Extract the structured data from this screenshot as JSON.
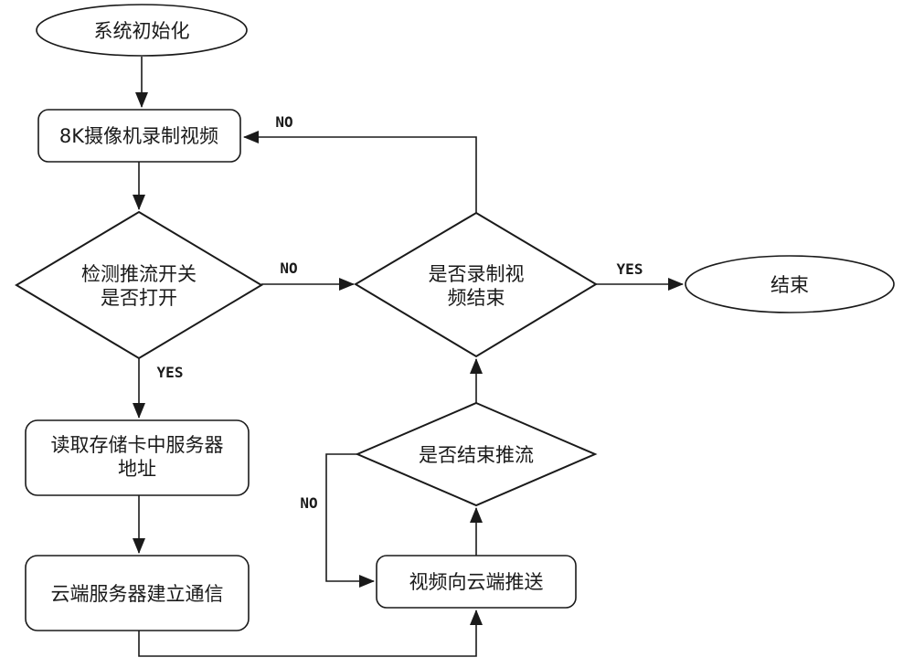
{
  "diagram": {
    "kind": "flowchart",
    "colors": {
      "stroke": "#1a1a1a",
      "background": "#ffffff",
      "text": "#1a1a1a"
    },
    "nodes": {
      "start": {
        "type": "terminator",
        "label": "系统初始化"
      },
      "record": {
        "type": "process",
        "label": "8K摄像机录制视频"
      },
      "check_switch": {
        "type": "decision",
        "line1": "检测推流开关",
        "line2": "是否打开"
      },
      "check_record_end": {
        "type": "decision",
        "line1": "是否录制视",
        "line2": "频结束"
      },
      "end": {
        "type": "terminator",
        "label": "结束"
      },
      "read_address": {
        "type": "process",
        "line1": "读取存储卡中服务器",
        "line2": "地址"
      },
      "connect_cloud": {
        "type": "process",
        "label": "云端服务器建立通信"
      },
      "check_stream_end": {
        "type": "decision",
        "label": "是否结束推流"
      },
      "push_video": {
        "type": "process",
        "label": "视频向云端推送"
      }
    },
    "edge_labels": {
      "record_end_no_loop": "NO",
      "switch_no": "NO",
      "switch_yes": "YES",
      "record_end_yes": "YES",
      "stream_end_no": "NO"
    }
  }
}
